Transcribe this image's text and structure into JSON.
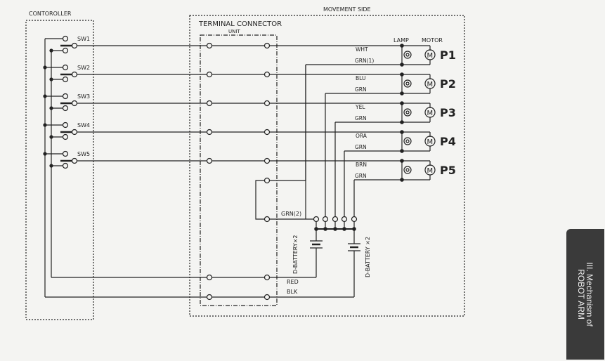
{
  "controller": {
    "label": "CONTOROLLER",
    "switches": [
      "SW1",
      "SW2",
      "SW3",
      "SW4",
      "SW5"
    ]
  },
  "movement_side": {
    "label": "MOVEMENT SIDE"
  },
  "terminal": {
    "title": "TERMINAL CONNECTOR",
    "subtitle": "UNIT"
  },
  "headers": {
    "lamp": "LAMP",
    "motor": "MOTOR"
  },
  "rows": [
    {
      "top_wire": "WHT",
      "bottom_wire": "GRN(1)",
      "port": "P1"
    },
    {
      "top_wire": "BLU",
      "bottom_wire": "GRN",
      "port": "P2"
    },
    {
      "top_wire": "YEL",
      "bottom_wire": "GRN",
      "port": "P3"
    },
    {
      "top_wire": "ORA",
      "bottom_wire": "GRN",
      "port": "P4"
    },
    {
      "top_wire": "BRN",
      "bottom_wire": "GRN",
      "port": "P5"
    }
  ],
  "motor_symbol": "M",
  "battery": {
    "ground_label": "GRN(2)",
    "label_left": "D-BATTERY×2",
    "label_right": "D-BATTERY ×2",
    "red": "RED",
    "blk": "BLK"
  },
  "side_tab": {
    "line1": "III. Mechanism of",
    "line2": "ROBOT ARM"
  }
}
